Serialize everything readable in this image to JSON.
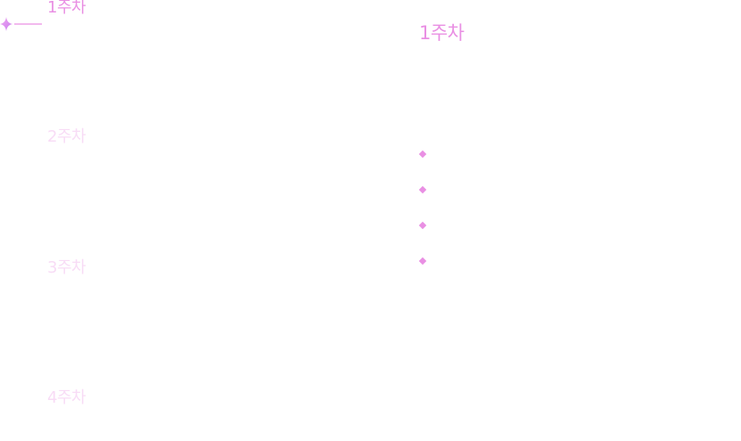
{
  "colors": {
    "accent": "#e98fe3",
    "inactive": "#f8dcf6",
    "background": "#ffffff"
  },
  "timeline": {
    "weeks": [
      {
        "label": "1주차",
        "active": true
      },
      {
        "label": "2주차",
        "active": false
      },
      {
        "label": "3주차",
        "active": false
      },
      {
        "label": "4주차",
        "active": false
      }
    ],
    "marker_icon": "sparkle-icon"
  },
  "detail": {
    "title": "1주차",
    "bullets": [
      "",
      "",
      "",
      ""
    ],
    "bullet_icon": "diamond-bullet-icon"
  }
}
